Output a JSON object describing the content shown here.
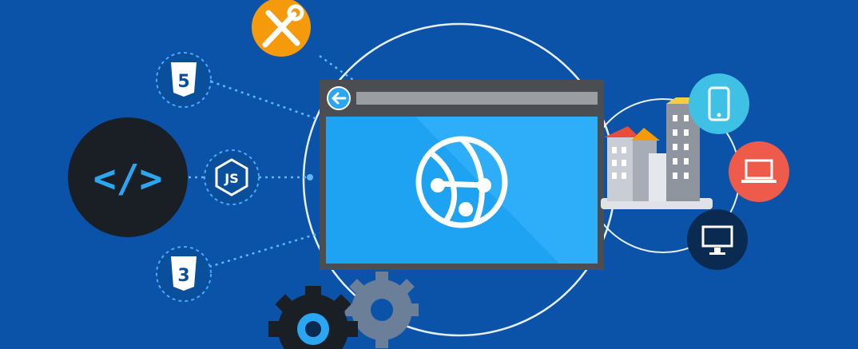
{
  "colors": {
    "background": "#0a53a8",
    "accent_blue": "#2aa7f0",
    "orange": "#f59a0b",
    "coral": "#ef5b4b",
    "cyan": "#3fc1e6",
    "navy": "#0b2a52",
    "dark": "#1a1f26",
    "window_frame": "#4a4d52"
  },
  "code_badge": {
    "text": "</>"
  },
  "js_badge": {
    "text": "JS"
  },
  "html5_badge": {
    "text": "5"
  },
  "css3_badge": {
    "text": "3"
  },
  "icons": [
    "tools-icon",
    "html5-icon",
    "code-icon",
    "nodejs-icon",
    "css3-icon",
    "back-arrow-icon",
    "globe-network-icon",
    "buildings-icon",
    "smartphone-icon",
    "laptop-icon",
    "desktop-icon",
    "gear-icon"
  ]
}
